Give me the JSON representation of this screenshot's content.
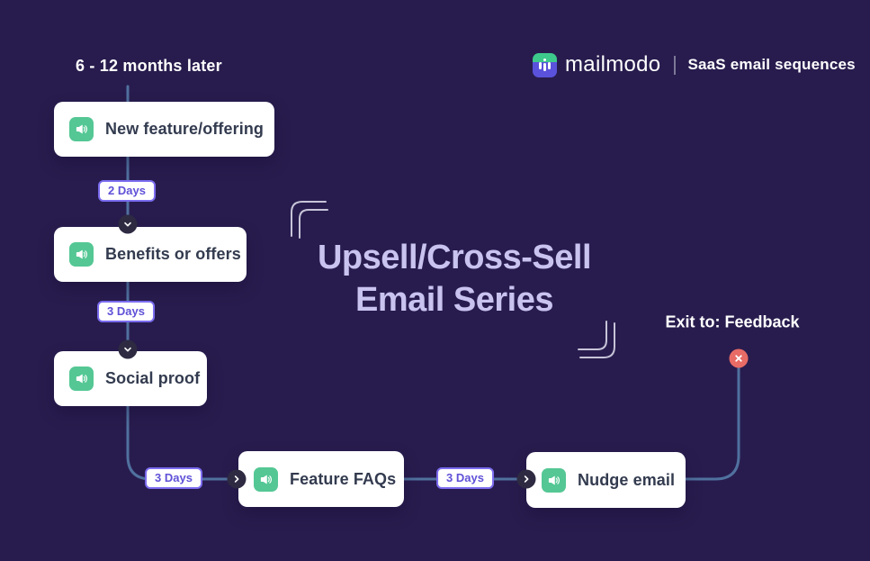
{
  "timeline": {
    "label": "6 - 12 months later"
  },
  "brand": {
    "name": "mailmodo",
    "tagline": "SaaS email sequences",
    "logo_icon": "mailmodo-m-logo"
  },
  "title": {
    "line1": "Upsell/Cross-Sell",
    "line2": "Email Series"
  },
  "flow": {
    "nodes": [
      {
        "label": "New feature/offering",
        "icon": "megaphone-icon"
      },
      {
        "label": "Benefits or offers",
        "icon": "megaphone-icon"
      },
      {
        "label": "Social proof",
        "icon": "megaphone-icon"
      },
      {
        "label": "Feature FAQs",
        "icon": "megaphone-icon"
      },
      {
        "label": "Nudge email",
        "icon": "megaphone-icon"
      }
    ],
    "delays": [
      {
        "label": "2 Days"
      },
      {
        "label": "3 Days"
      },
      {
        "label": "3 Days"
      },
      {
        "label": "3 Days"
      }
    ],
    "exit": {
      "label": "Exit to: Feedback",
      "icon": "x-icon"
    }
  },
  "colors": {
    "background": "#281c4e",
    "card_background": "#ffffff",
    "card_text": "#333b4f",
    "node_icon_background": "#54c794",
    "connector_line": "#50719f",
    "badge_border": "#7b6cf0",
    "badge_text": "#5f51d8",
    "title_text": "#c9c3f0",
    "exit_circle": "#e86b66",
    "step_circle": "#2d2a42",
    "logo_green": "#3ec98c",
    "logo_indigo": "#5a52dc"
  }
}
